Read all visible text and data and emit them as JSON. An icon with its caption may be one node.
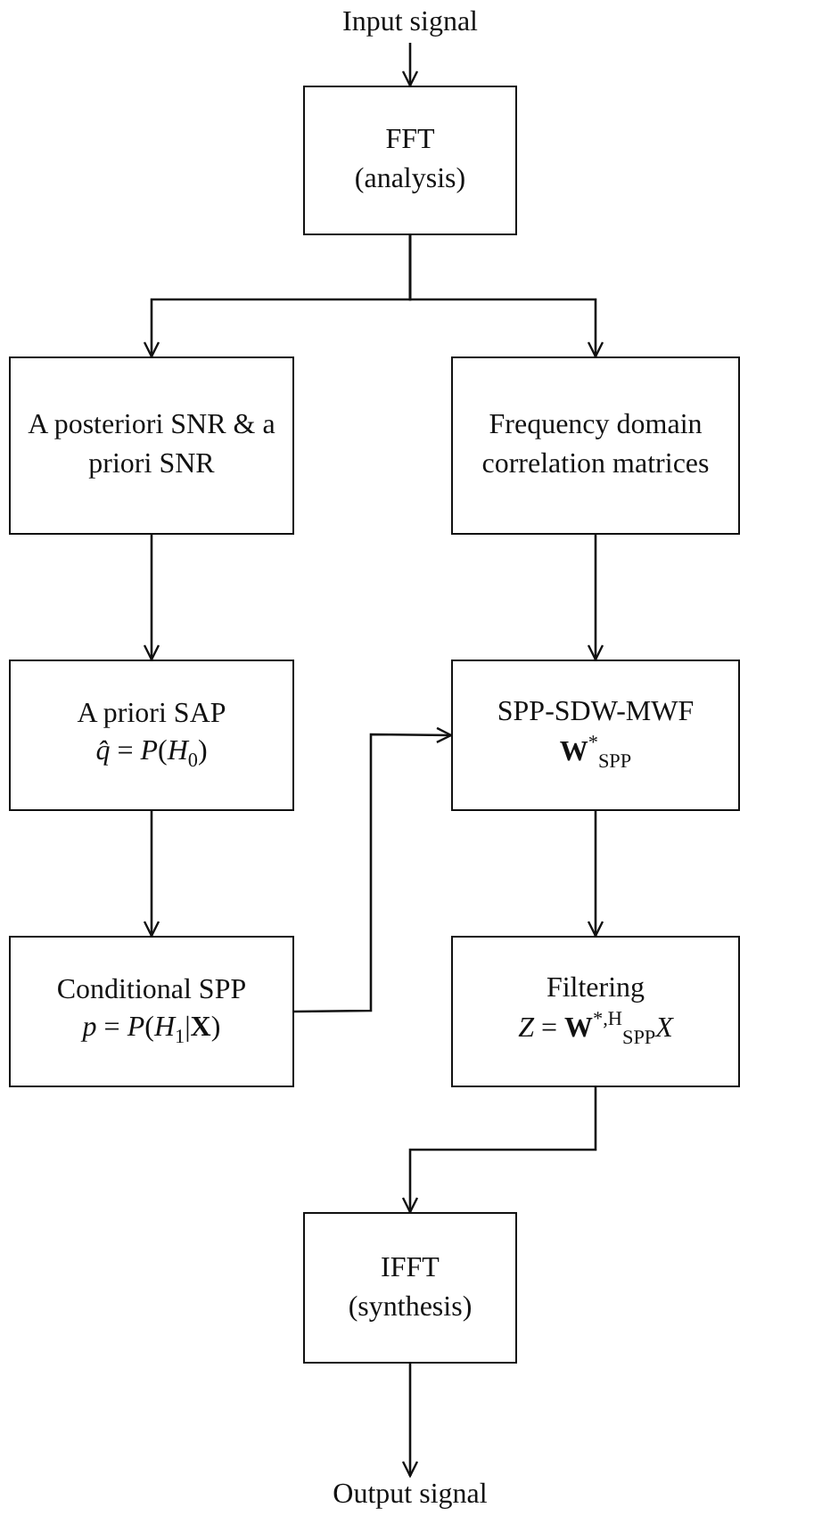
{
  "diagram": {
    "nodes": [
      {
        "text": [
          "Input signal"
        ]
      },
      {
        "text": [
          "FFT",
          "(analysis)"
        ]
      },
      {
        "text": [
          "A posteriori SNR & a priori SNR"
        ]
      },
      {
        "text": [
          "Frequency domain correlation matrices"
        ]
      },
      {
        "text": [
          "A priori SAP",
          "*q̂* = *P*(*H*$_{0}$)"
        ]
      },
      {
        "text": [
          "SPP-SDW-MWF",
          "**W**$^{*}$$_{SPP}$"
        ]
      },
      {
        "text": [
          "Conditional SPP",
          "*p* = *P*(*H*$_{1}$|**X**)"
        ]
      },
      {
        "text": [
          "Filtering",
          "*Z* = **W**$^{*,H}$$_{SPP}$*X*"
        ]
      },
      {
        "text": [
          "IFFT",
          "(synthesis)"
        ]
      },
      {
        "text": [
          "Output signal"
        ]
      }
    ],
    "edges": [
      {
        "from": 0,
        "to": 1,
        "arrow": "to"
      },
      {
        "from": 1,
        "to": 2,
        "arrow": "to"
      },
      {
        "from": 1,
        "to": 3,
        "arrow": "to"
      },
      {
        "from": 2,
        "to": 4,
        "arrow": "to"
      },
      {
        "from": 3,
        "to": 5,
        "arrow": "to"
      },
      {
        "from": 4,
        "to": 6,
        "arrow": "to"
      },
      {
        "from": 6,
        "to": 5,
        "arrow": "to"
      },
      {
        "from": 5,
        "to": 7,
        "arrow": "to"
      },
      {
        "from": 7,
        "to": 8,
        "arrow": "to"
      },
      {
        "from": 8,
        "to": 9,
        "arrow": "to"
      }
    ]
  }
}
